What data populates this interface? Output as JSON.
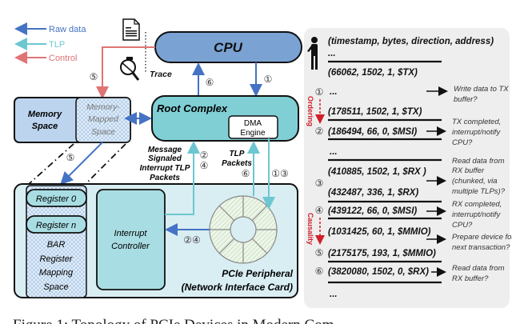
{
  "legend": [
    {
      "label": "Raw data",
      "color": "#4472c4"
    },
    {
      "label": "TLP",
      "color": "#6cc7d1"
    },
    {
      "label": "Control",
      "color": "#e07474"
    }
  ],
  "icons": [
    "document-icon",
    "magnifier-icon",
    "person-icon"
  ],
  "trace_label": "Trace",
  "cpu": {
    "label": "CPU",
    "color": "#7aa3d4"
  },
  "root_complex": {
    "label": "Root Complex",
    "color": "#80cfd5",
    "dma": [
      "DMA",
      "Engine"
    ]
  },
  "memory": {
    "space": [
      "Memory",
      "Space"
    ],
    "mapped": [
      "Memory-",
      "Mapped",
      "Space"
    ]
  },
  "msi_label": [
    "Message",
    "Signaled",
    "Interrupt TLP",
    "Packets"
  ],
  "tlp_label": [
    "TLP",
    "Packets"
  ],
  "step_labels": {
    "s1": "①",
    "s5a": "⑤",
    "s6a": "⑥",
    "s5b": "⑤",
    "s24a": "②",
    "s24b": "④",
    "s6b": "⑥",
    "s13": "①③",
    "s24c": "②④"
  },
  "peripheral": {
    "registers": [
      "Register 0",
      "Register n"
    ],
    "bar": [
      "BAR",
      "Register",
      "Mapping",
      "Space"
    ],
    "interrupt_controller": [
      "Interrupt",
      "Controller"
    ],
    "title": [
      "PCIe Peripheral",
      "(Network Interface Card)"
    ]
  },
  "trace": {
    "header": "(timestamp, bytes, direction, address)",
    "ellipsis": "...",
    "rows": [
      {
        "step": "",
        "text": "(66062, 1502, 1, $TX)"
      },
      {
        "step": "①",
        "text": "..."
      },
      {
        "step": "",
        "text": "(178511, 1502, 1, $TX)"
      },
      {
        "step": "②",
        "text": "(186494, 66, 0, $MSI)"
      },
      {
        "step": "",
        "text": "..."
      },
      {
        "step": "",
        "text": "(410885, 1502, 1, $RX )"
      },
      {
        "step": "③",
        "text": ""
      },
      {
        "step": "",
        "text": "(432487, 336, 1, $RX)"
      },
      {
        "step": "④",
        "text": "(439122, 66, 0, $MSI)"
      },
      {
        "step": "",
        "text": "(1031425, 60, 1, $MMIO)"
      },
      {
        "step": "⑤",
        "text": "(2175175, 193, 1, $MMIO)"
      },
      {
        "step": "⑥",
        "text": "(3820080, 1502, 0, $RX)"
      },
      {
        "step": "",
        "text": "..."
      }
    ],
    "notes": [
      [
        "Write data to TX",
        "buffer?"
      ],
      [
        "TX completed,",
        "interrupt/notify",
        "CPU?"
      ],
      [
        "Read data from",
        "RX buffer",
        "(chunked, via",
        "multiple TLPs)?"
      ],
      [
        "RX completed,",
        "interrupt/notify",
        "CPU?"
      ],
      [
        "Prepare device for",
        "next transaction?"
      ],
      [
        "Read data from",
        "RX buffer?"
      ]
    ],
    "ordering": "Ordering",
    "causality": "Causality",
    "accent": "#d0202a"
  },
  "caption": "Figure 1: Topology of PCIe Devices in Modern Com"
}
